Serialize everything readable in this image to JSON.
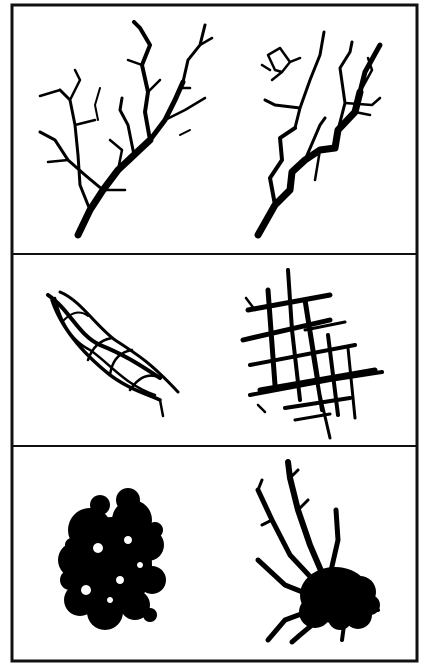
{
  "figure": {
    "panels": [
      {
        "row": 1,
        "left_pattern": "dendritic-tree-pattern",
        "right_pattern": "rectangular-angular-pattern"
      },
      {
        "row": 2,
        "left_pattern": "braided-anastomosing-pattern",
        "right_pattern": "grid-network-pattern"
      },
      {
        "row": 3,
        "left_pattern": "blob-cluster-pattern",
        "right_pattern": "radial-splash-pattern"
      }
    ],
    "colors": {
      "ink": "#000000",
      "background": "#ffffff",
      "frame": "#111111"
    }
  }
}
